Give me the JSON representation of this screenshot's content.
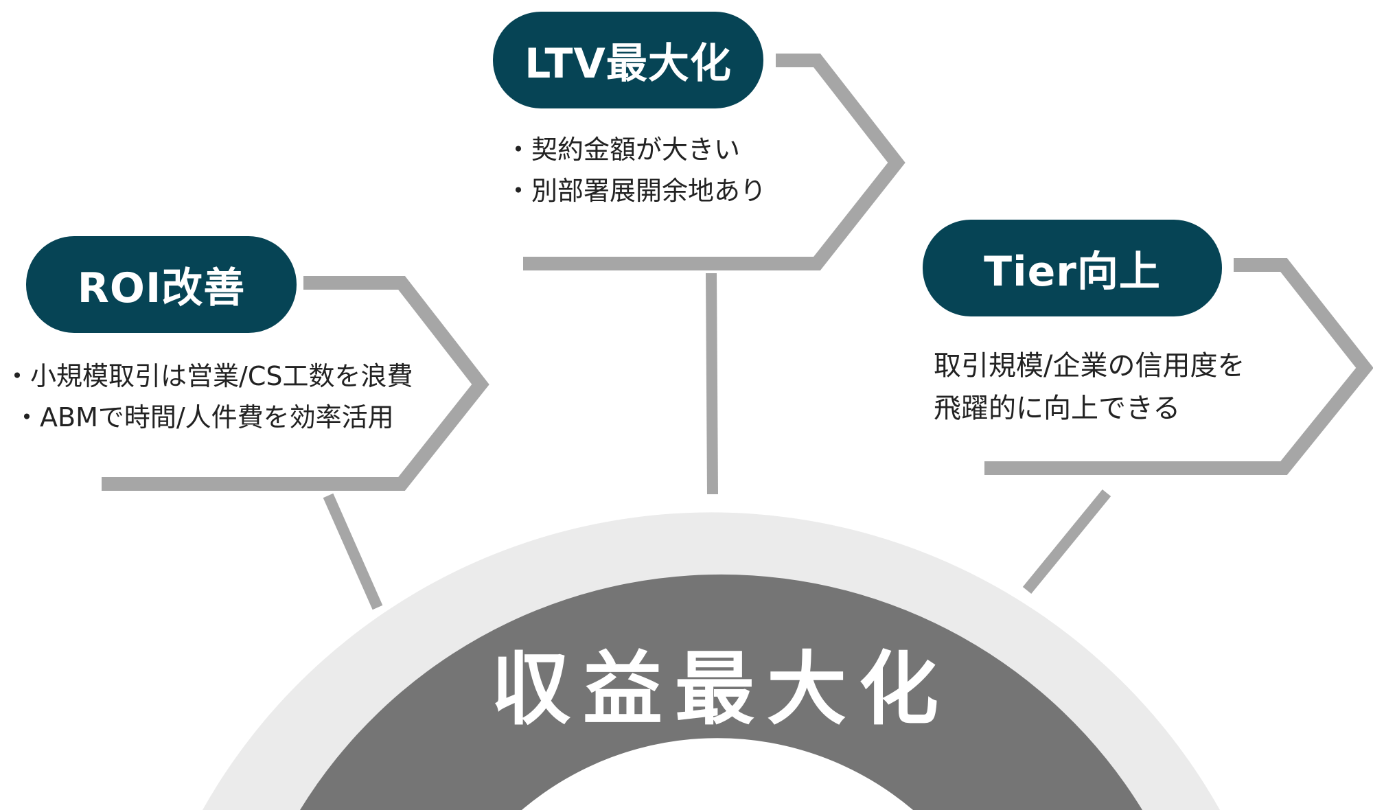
{
  "center": {
    "title": "収益最大化"
  },
  "nodes": {
    "roi": {
      "label": "ROI改善",
      "bullets": [
        "小規模取引は営業/CS工数を浪費",
        "ABMで時間/人件費を効率活用"
      ]
    },
    "ltv": {
      "label": "LTV最大化",
      "bullets": [
        "契約金額が大きい",
        "別部署展開余地あり"
      ]
    },
    "tier": {
      "label": "Tier向上",
      "lines": [
        "取引規模/企業の信用度を",
        "飛躍的に向上できる"
      ]
    }
  },
  "colors": {
    "pill": "#064455",
    "connector": "#a6a6a6",
    "outer_arc": "#ebebeb",
    "inner_arc": "#757575",
    "text": "#222222"
  }
}
